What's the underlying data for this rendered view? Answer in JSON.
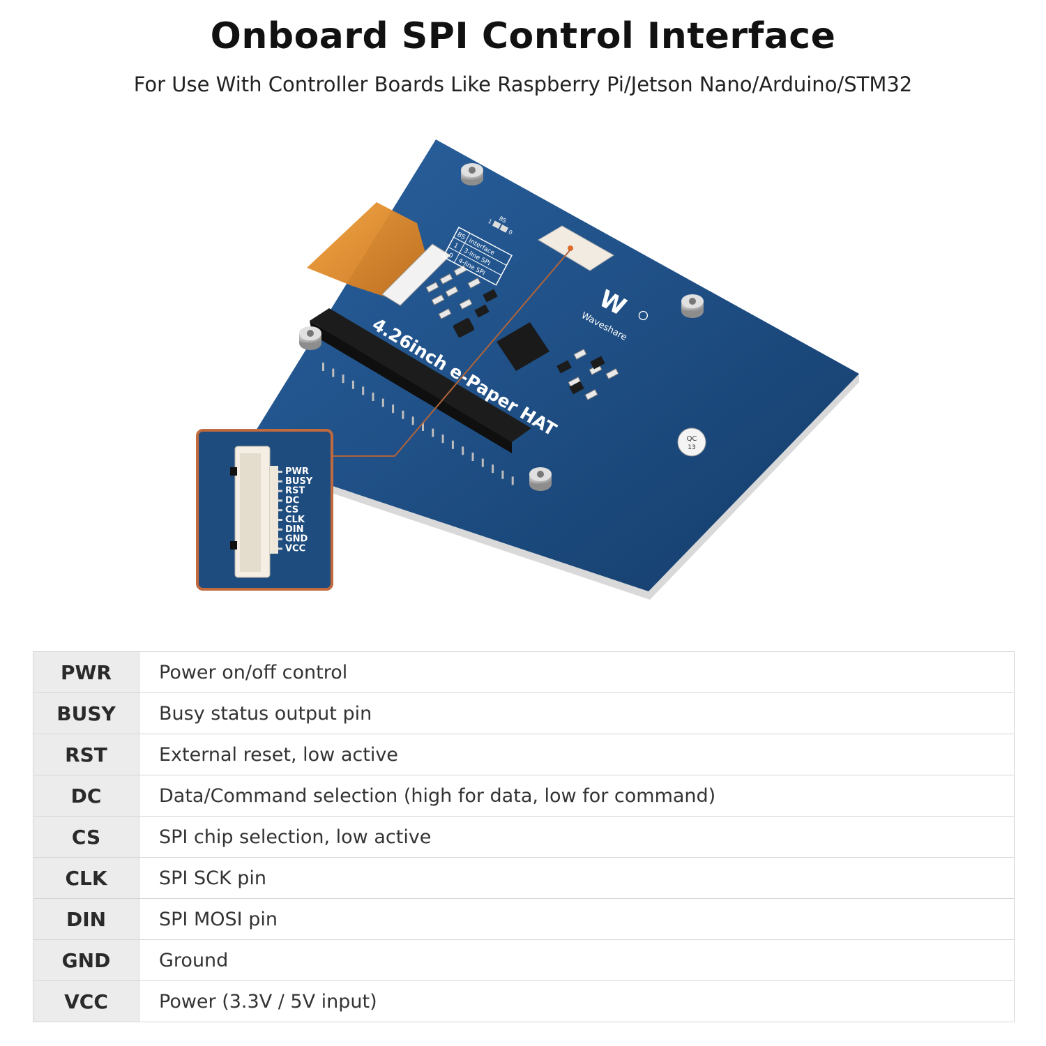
{
  "header": {
    "title": "Onboard SPI Control Interface",
    "subtitle": "For Use With Controller Boards Like Raspberry Pi/Jetson Nano/Arduino/STM32"
  },
  "board": {
    "silkscreen": "4.26inch e-Paper HAT",
    "brand": "Waveshare",
    "bs_table": {
      "header": [
        "BS",
        "Interface"
      ],
      "rows": [
        [
          "1",
          "3-line SPI"
        ],
        [
          "0",
          "4-line SPI"
        ]
      ],
      "switch_label": "BS",
      "switch_left": "1",
      "switch_right": "0"
    },
    "qc_label": "QC",
    "qc_number": "13",
    "connector_pins": [
      "PWR",
      "BUSY",
      "RST",
      "DC",
      "CS",
      "CLK",
      "DIN",
      "GND",
      "VCC"
    ],
    "colors": {
      "pcb": "#1d4d82",
      "pcb_dark": "#163a66",
      "flex_cable": "#e08a1e",
      "callout_border": "#c06a3e",
      "header": "#1c1c1c"
    }
  },
  "pins": [
    {
      "name": "PWR",
      "desc": "Power on/off control"
    },
    {
      "name": "BUSY",
      "desc": "Busy status output pin"
    },
    {
      "name": "RST",
      "desc": "External reset, low active"
    },
    {
      "name": "DC",
      "desc": "Data/Command selection (high for data, low for command)"
    },
    {
      "name": "CS",
      "desc": "SPI chip selection, low active"
    },
    {
      "name": "CLK",
      "desc": "SPI SCK pin"
    },
    {
      "name": "DIN",
      "desc": "SPI MOSI pin"
    },
    {
      "name": "GND",
      "desc": "Ground"
    },
    {
      "name": "VCC",
      "desc": "Power (3.3V / 5V input)"
    }
  ]
}
